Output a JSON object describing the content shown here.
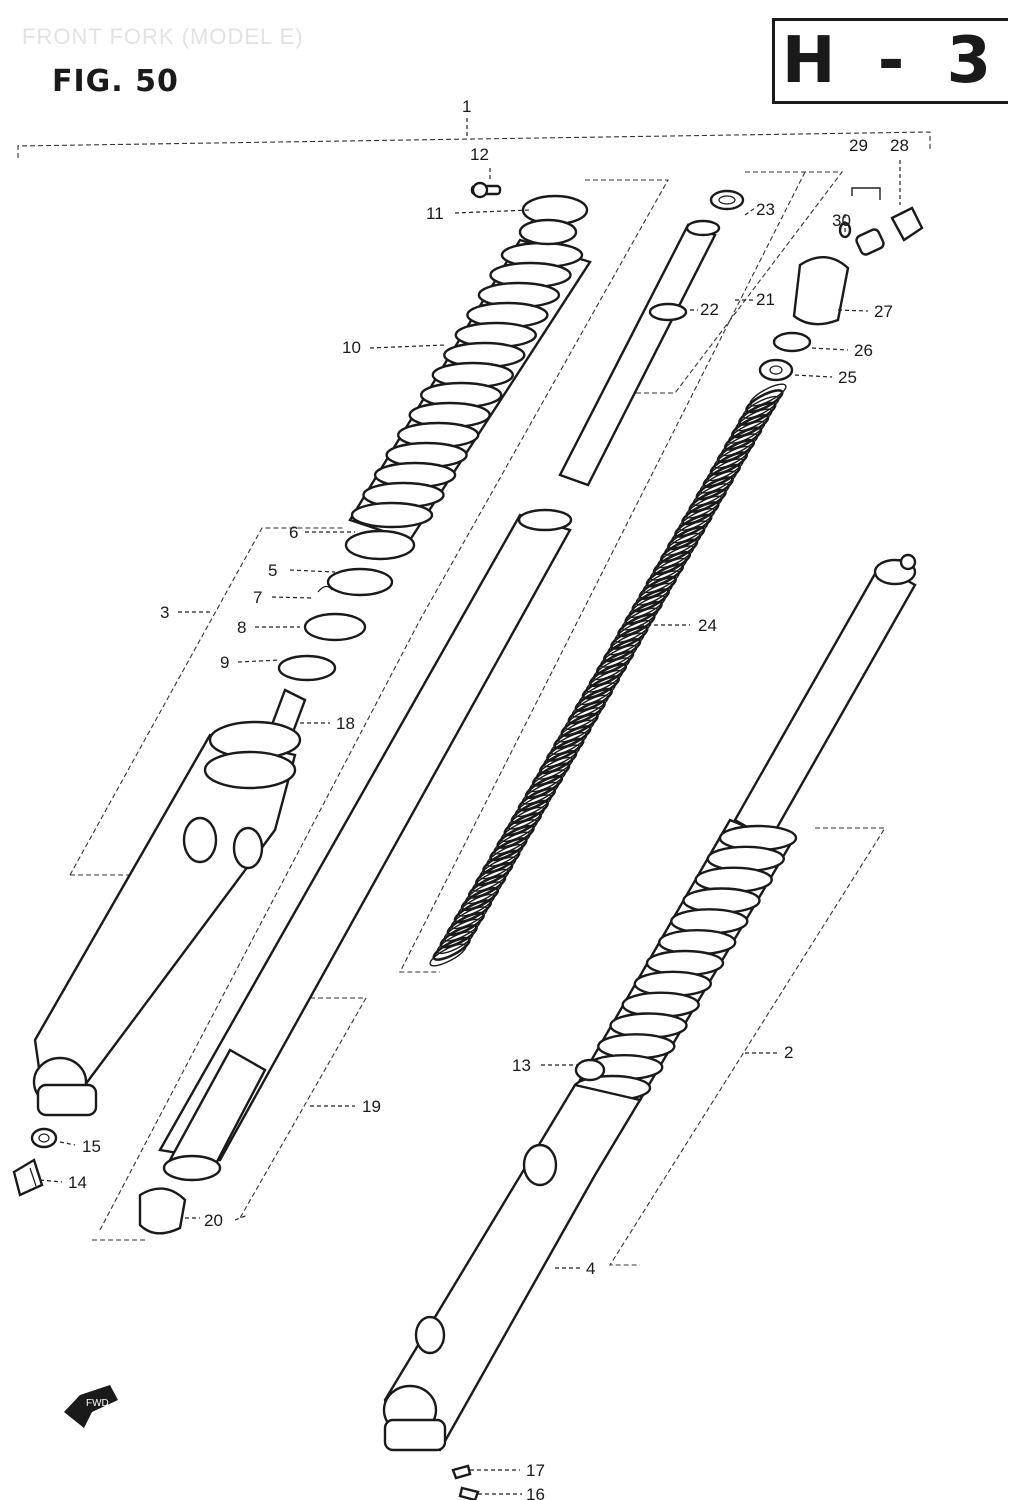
{
  "header": {
    "faded_title": "FRONT FORK (MODEL E)",
    "figure": "FIG. 50",
    "section_code": "H - 3"
  },
  "callouts": [
    {
      "id": "1",
      "label": "1"
    },
    {
      "id": "2",
      "label": "2"
    },
    {
      "id": "3",
      "label": "3"
    },
    {
      "id": "4",
      "label": "4"
    },
    {
      "id": "5",
      "label": "5"
    },
    {
      "id": "6",
      "label": "6"
    },
    {
      "id": "7",
      "label": "7"
    },
    {
      "id": "8",
      "label": "8"
    },
    {
      "id": "9",
      "label": "9"
    },
    {
      "id": "10",
      "label": "10"
    },
    {
      "id": "11",
      "label": "11"
    },
    {
      "id": "12",
      "label": "12"
    },
    {
      "id": "13",
      "label": "13"
    },
    {
      "id": "14",
      "label": "14"
    },
    {
      "id": "15",
      "label": "15"
    },
    {
      "id": "16",
      "label": "16"
    },
    {
      "id": "17",
      "label": "17"
    },
    {
      "id": "18",
      "label": "18"
    },
    {
      "id": "19",
      "label": "19"
    },
    {
      "id": "20",
      "label": "20"
    },
    {
      "id": "21",
      "label": "21"
    },
    {
      "id": "22",
      "label": "22"
    },
    {
      "id": "23",
      "label": "23"
    },
    {
      "id": "24",
      "label": "24"
    },
    {
      "id": "25",
      "label": "25"
    },
    {
      "id": "26",
      "label": "26"
    },
    {
      "id": "27",
      "label": "27"
    },
    {
      "id": "28",
      "label": "28"
    },
    {
      "id": "29",
      "label": "29"
    },
    {
      "id": "30",
      "label": "30"
    }
  ],
  "direction_marker": {
    "icon": "front-arrow-icon",
    "text": "FWD"
  }
}
